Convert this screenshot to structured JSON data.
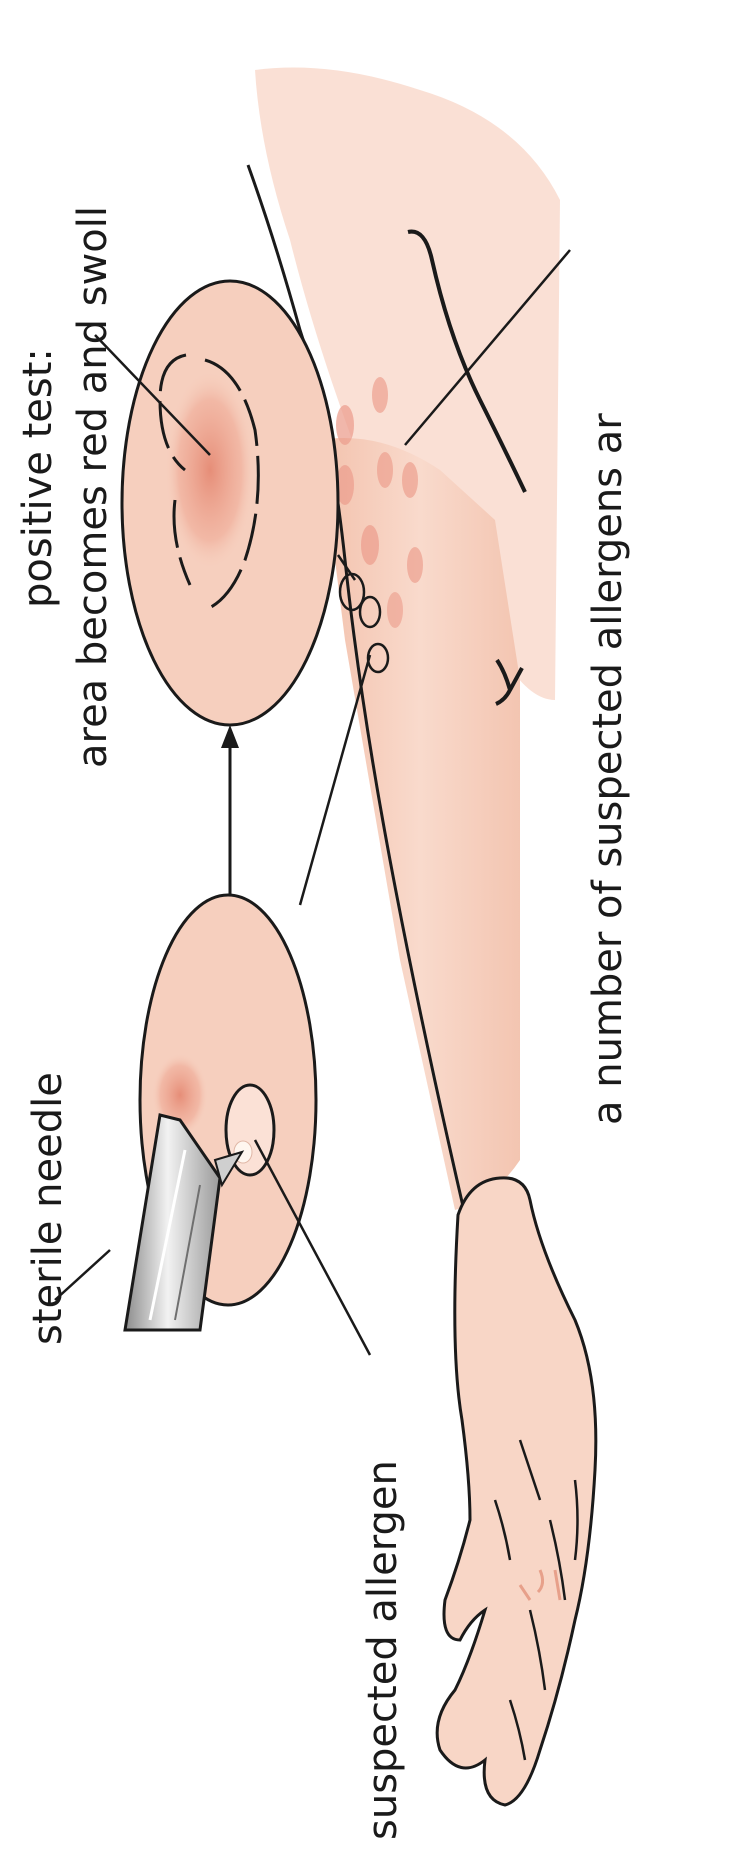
{
  "labels": {
    "sterile_needle": "sterile needle",
    "suspected_allergen": "suspected allergen",
    "positive_test_line1": "positive test:",
    "positive_test_line2": "area becomes red and swoll",
    "allergens_row": "a number of suspected allergens ar"
  },
  "colors": {
    "skin": "#f6cfbe",
    "skin_light": "#fbe3d8",
    "reaction": "#e79a84",
    "outline": "#1a1a1a",
    "needle": "#b9b9b9"
  }
}
